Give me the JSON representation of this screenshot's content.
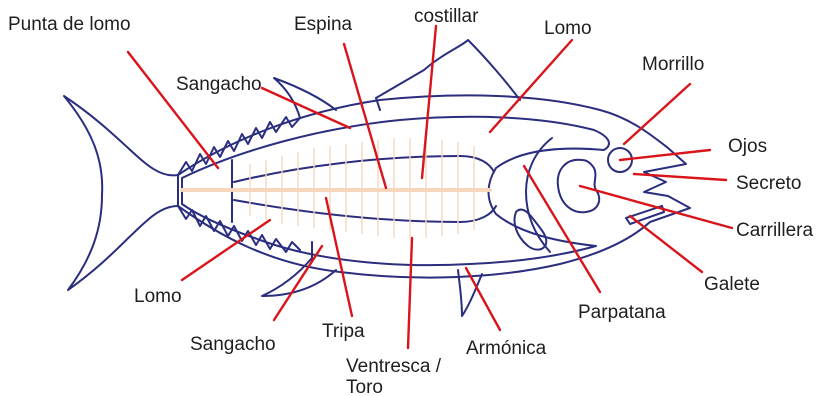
{
  "colors": {
    "outline": "#2b2e7e",
    "leader": "#d9151b",
    "spine": "#f6d7bd",
    "text": "#1f1f1f"
  },
  "labels": {
    "punta_de_lomo": "Punta de lomo",
    "espina": "Espina",
    "costillar": "costillar",
    "lomo_top": "Lomo",
    "morrillo": "Morrillo",
    "sangacho_top": "Sangacho",
    "ojos": "Ojos",
    "secreto": "Secreto",
    "carrillera": "Carrillera",
    "galete": "Galete",
    "lomo_bottom": "Lomo",
    "parpatana": "Parpatana",
    "sangacho_bottom": "Sangacho",
    "tripa": "Tripa",
    "armonica": "Armónica",
    "ventresca_line1": "Ventresca /",
    "ventresca_line2": "Toro"
  }
}
